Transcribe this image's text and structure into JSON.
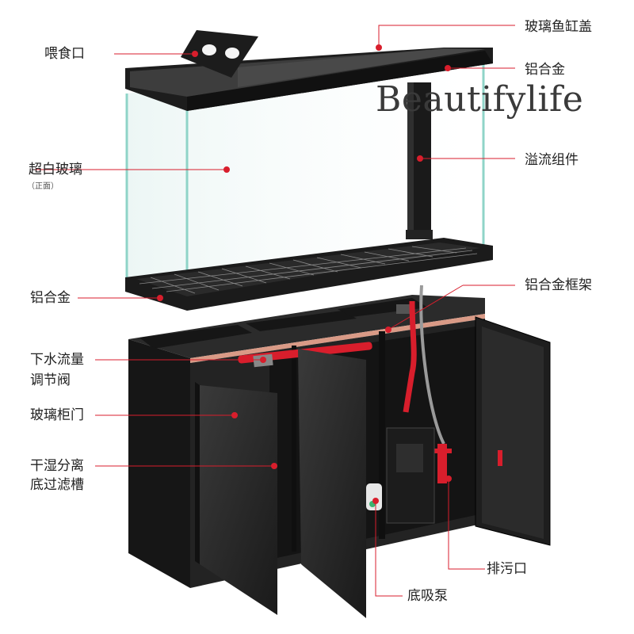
{
  "brand": "Beautifylife",
  "labels": {
    "feeding_port": "喂食口",
    "glass_cover": "玻璃鱼缸盖",
    "aluminum_top": "铝合金",
    "ultra_clear_glass": "超白玻璃",
    "ultra_clear_glass_note": "（正面）",
    "overflow_assembly": "溢流组件",
    "aluminum_bottom": "铝合金",
    "aluminum_frame": "铝合金框架",
    "flow_valve_line1": "下水流量",
    "flow_valve_line2": "调节阀",
    "glass_cabinet_door": "玻璃柜门",
    "dry_wet_line1": "干湿分离",
    "dry_wet_line2": "底过滤槽",
    "drain_port": "排污口",
    "bottom_pump": "底吸泵"
  },
  "colors": {
    "accent": "#d81e2c",
    "frame": "#1c1c1c",
    "cabinet": "#252525",
    "copper": "#d99a86"
  }
}
